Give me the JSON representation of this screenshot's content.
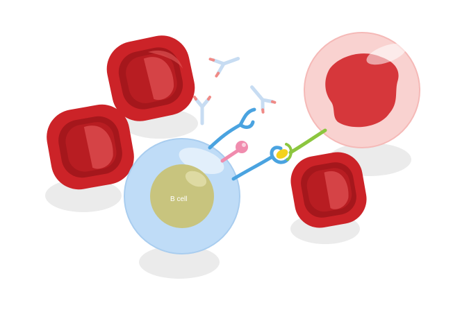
{
  "diagram": {
    "nucleus_label": "B cell",
    "colors": {
      "background": "#ffffff",
      "red_blood_cell": "#cc2328",
      "red_blood_cell_dark": "#8e1016",
      "b_cell": "#bfdcf7",
      "b_cell_nucleus": "#c8c47e",
      "antigen_cell_halo": "#f9d2d0",
      "antigen_cell_core": "#d6373b",
      "receptor": "#4aa3e0",
      "pink_ligand": "#f08cae",
      "green_receptor": "#8cc63f",
      "yellow_antigen": "#f4d21e",
      "antibody": "#c7dcf2",
      "antibody_tip": "#f08a86",
      "shadow": "#ececec"
    },
    "icons": [
      "red-blood-cell",
      "b-cell",
      "antigen-presenting-cell",
      "antibody",
      "bcr-receptor",
      "tcr-receptor"
    ]
  }
}
